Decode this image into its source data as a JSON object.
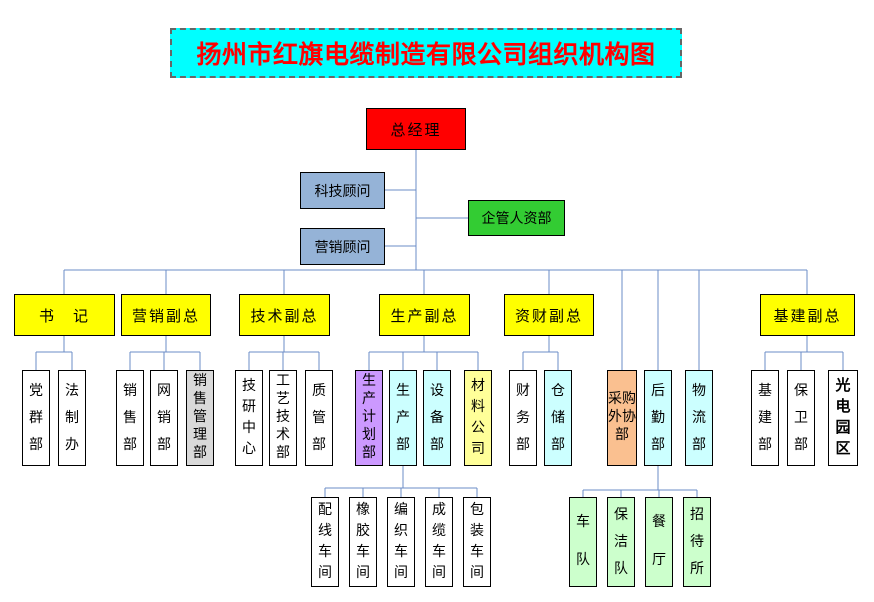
{
  "title": "扬州市红旗电缆制造有限公司组织机构图",
  "colors": {
    "title_bg": "#00FFFF",
    "title_text": "#FF0000",
    "general_manager_bg": "#FF0000",
    "advisor_bg": "#95B3D7",
    "staff_dept_bg": "#33CC33",
    "vp_bg": "#FFFF00",
    "dept_default_bg": "#FFFFFF",
    "sales_mgmt_bg": "#D9D9D9",
    "production_planning_bg": "#CC99FF",
    "cyan_dept_bg": "#CCFFFF",
    "materials_bg": "#FFFF99",
    "procurement_bg": "#FAC090",
    "service_bg": "#CCFFCC",
    "connector_line": "#6B8CC7",
    "box_border": "#000000"
  },
  "nodes": {
    "ceo": "总经理",
    "advisor_tech": "科技顾问",
    "advisor_marketing": "营销顾问",
    "staff_dept": "企管人资部",
    "vp_secretary": "书　记",
    "vp_marketing": "营销副总",
    "vp_technology": "技术副总",
    "vp_production": "生产副总",
    "vp_finance": "资财副总",
    "vp_infrastructure": "基建副总",
    "dept_party_mass": "党群部",
    "dept_legal": "法制办",
    "dept_sales": "销售部",
    "dept_online_sales": "网销部",
    "dept_sales_mgmt": "销售管理部",
    "dept_rnd_center": "技研中心",
    "dept_process_tech": "工艺技术部",
    "dept_quality": "质管部",
    "dept_production_planning": "生产计划部",
    "dept_production": "生产部",
    "dept_equipment": "设备部",
    "dept_materials": "材料公司",
    "dept_finance": "财务部",
    "dept_warehouse": "仓储部",
    "dept_procurement": "采购外协部",
    "dept_rear_service": "后勤部",
    "dept_logistics": "物流部",
    "dept_construction": "基建部",
    "dept_security": "保卫部",
    "dept_opto_park": "光电园区",
    "ws_wiring": "配线车间",
    "ws_rubber": "橡胶车间",
    "ws_braiding": "编织车间",
    "ws_cabling": "成缆车间",
    "ws_packing": "包装车间",
    "sv_fleet": "车队",
    "sv_cleaning": "保洁队",
    "sv_canteen": "餐厅",
    "sv_guesthouse": "招待所"
  }
}
